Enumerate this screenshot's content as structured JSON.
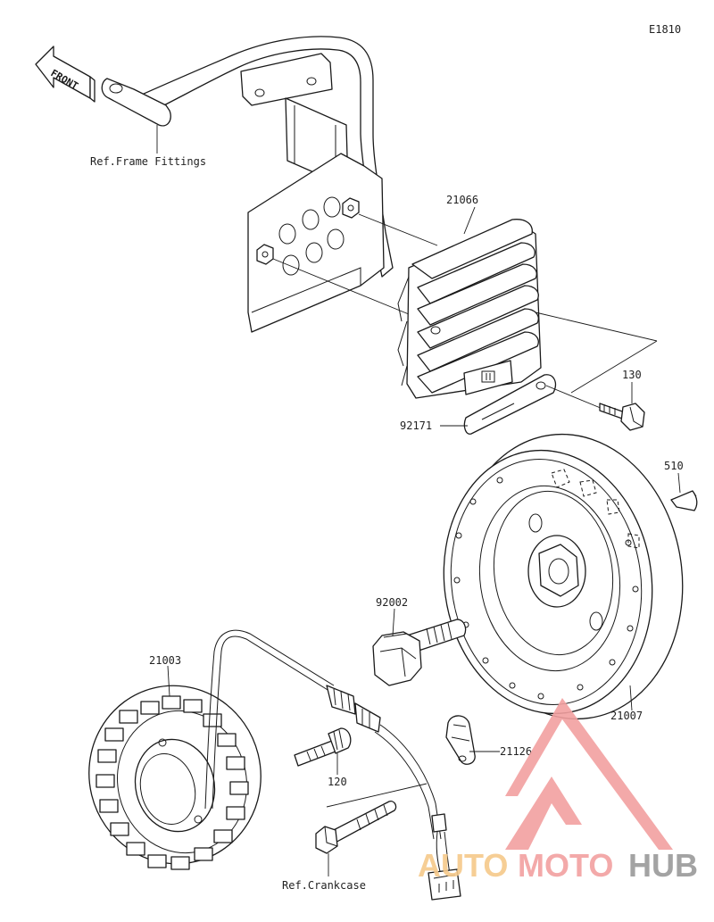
{
  "diagram": {
    "code": "E1810",
    "front_text": "FRONT",
    "labels": {
      "ref_frame": "Ref.Frame Fittings",
      "regulator": "21066",
      "bolt_130": "130",
      "plate": "92171",
      "key_510": "510",
      "rotor_bolt": "92002",
      "stator": "21003",
      "flywheel": "21007",
      "clamp": "21126",
      "bolt_120": "120",
      "ref_crankcase": "Ref.Crankcase"
    }
  },
  "watermark": {
    "brand_part1": "AUTO",
    "brand_part2": "MOTO",
    "brand_part3": "HUB",
    "colors": {
      "red": "#f2a0a0",
      "orange": "#f6c98a",
      "dark": "#9a9a9a"
    }
  }
}
